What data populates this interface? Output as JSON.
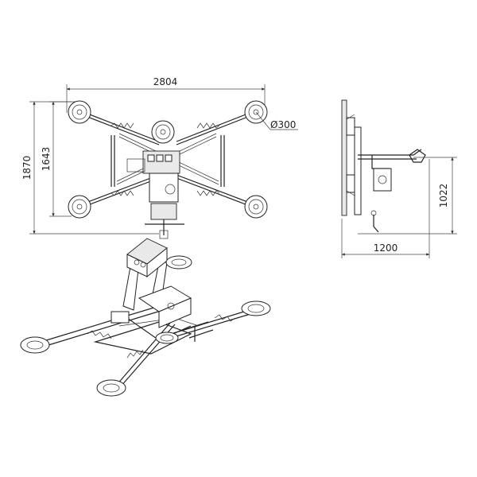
{
  "dimensions": {
    "total_width": "2804",
    "total_height": "1870",
    "cup_span_height": "1643",
    "cup_diameter": "Ø300",
    "side_height": "1022",
    "side_width": "1200"
  }
}
